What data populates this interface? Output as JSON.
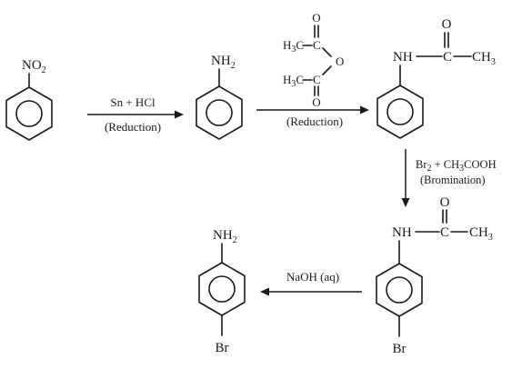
{
  "compounds": {
    "nitrobenzene": {
      "group": "NO",
      "group_sub": "2"
    },
    "aniline": {
      "group": "NH",
      "group_sub": "2"
    },
    "acetanilide": {
      "nh": "NH",
      "c": "C",
      "o": "O",
      "ch3": "CH",
      "ch3_sub": "3"
    },
    "p_bromoacetanilide": {
      "nh": "NH",
      "c": "C",
      "o": "O",
      "ch3": "CH",
      "ch3_sub": "3",
      "br": "Br"
    },
    "p_bromoaniline": {
      "group": "NH",
      "group_sub": "2",
      "br": "Br"
    }
  },
  "acetic_anhydride": {
    "o_top": "O",
    "o_mid": "O",
    "o_bottom": "O",
    "h3c_top": "H",
    "h3c_top_sub": "3",
    "h3c_top_tail": "C",
    "c_top": "C",
    "h3c_bottom": "H",
    "h3c_bottom_sub": "3",
    "h3c_bottom_tail": "C",
    "c_bottom": "C"
  },
  "steps": {
    "step1": {
      "reagent": "Sn + HCl",
      "note": "(Reduction)"
    },
    "step2": {
      "note": "(Reduction)"
    },
    "step3": {
      "reagent_br": "Br",
      "reagent_br_sub": "2",
      "reagent_rest": " + CH",
      "reagent_rest_sub": "3",
      "reagent_tail": "COOH",
      "note": "(Bromination)"
    },
    "step4": {
      "reagent": "NaOH (aq)"
    }
  }
}
